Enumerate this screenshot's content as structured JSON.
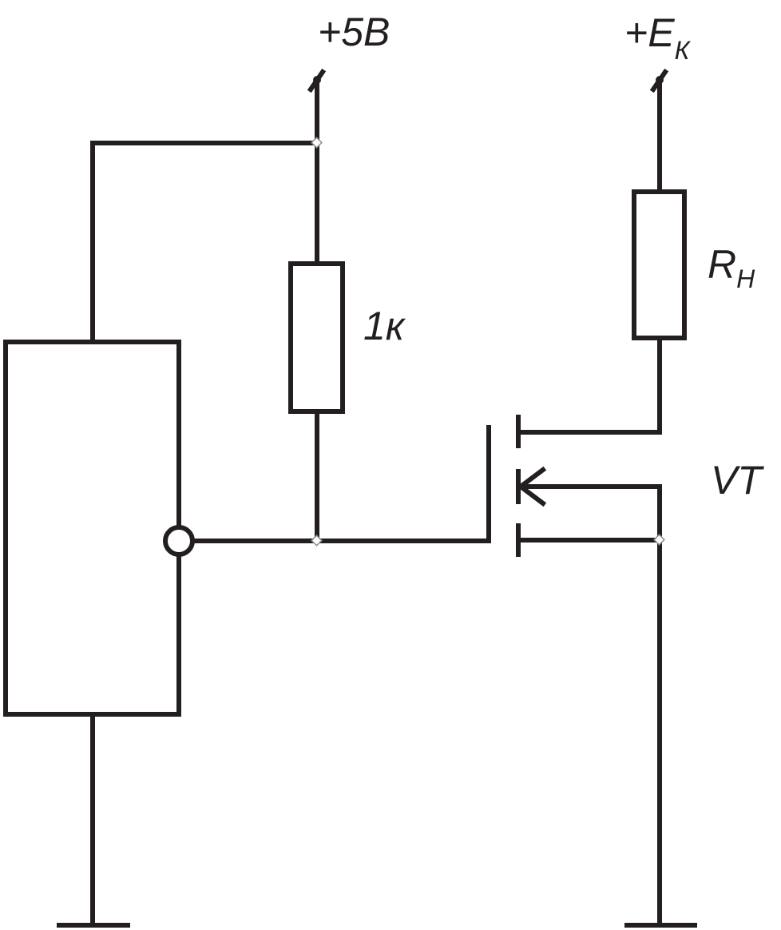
{
  "labels": {
    "supply_5v": "+5В",
    "supply_ek_main": "+E",
    "supply_ek_sub": "К",
    "resistor_pullup": "1к",
    "resistor_load_main": "R",
    "resistor_load_sub": "Н",
    "transistor": "VT"
  },
  "colors": {
    "line": "#231f20",
    "node": "#8c8c8c",
    "background": "#ffffff"
  }
}
